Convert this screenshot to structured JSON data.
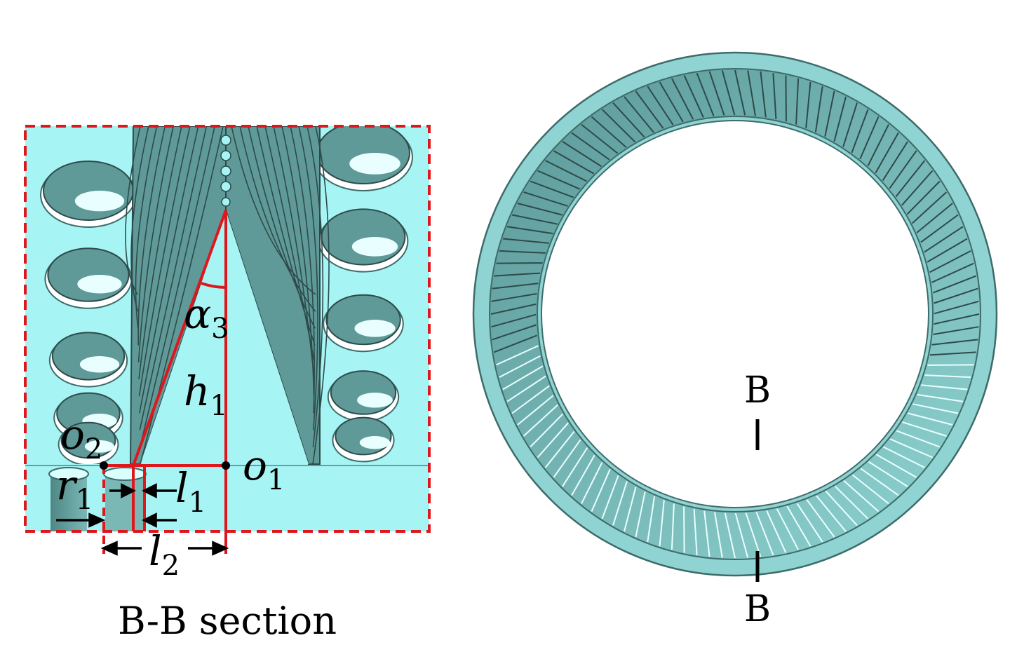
{
  "section_caption": "B-B section",
  "cut_marks": {
    "top": "B",
    "bottom": "B"
  },
  "labels": {
    "alpha": {
      "main": "α",
      "sub": "3"
    },
    "h": {
      "main": "h",
      "sub": "1"
    },
    "o1": {
      "main": "o",
      "sub": "1"
    },
    "o2": {
      "main": "o",
      "sub": "2"
    },
    "r": {
      "main": "r",
      "sub": "1"
    },
    "l1": {
      "main": "l",
      "sub": "1"
    },
    "l2": {
      "main": "l",
      "sub": "2"
    }
  },
  "colors": {
    "body": "#a6f4f4",
    "body_dark": "#5f9a98",
    "body_mid": "#7fc4c2",
    "dimension": "#e0161d",
    "outline": "#2d4a4a",
    "white": "#ffffff"
  }
}
